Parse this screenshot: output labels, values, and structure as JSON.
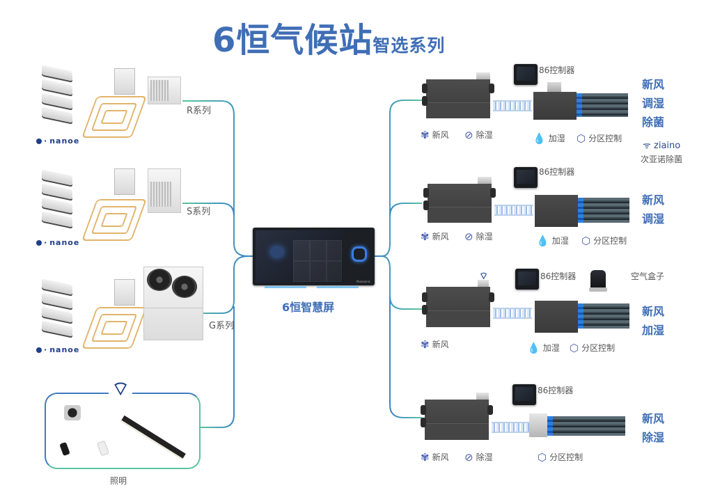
{
  "header": {
    "title": "6恒气候站",
    "subtitle": "智选系列"
  },
  "colors": {
    "title_blue": "#3f6eb5",
    "line_blue": "#3b86c4",
    "line_green": "#5cc3a0",
    "nanoe_blue": "#1e3f8a"
  },
  "left_systems": [
    {
      "series": "R系列",
      "badge": "nanoe"
    },
    {
      "series": "S系列",
      "badge": "nanoe"
    },
    {
      "series": "G系列",
      "badge": "nanoe"
    }
  ],
  "lighting": {
    "label": "照明"
  },
  "hub": {
    "label": "6恒智慧屏",
    "brand": "Panasonic"
  },
  "right_systems": [
    {
      "controller": "86控制器",
      "features_left": [
        {
          "icon": "fan-icon",
          "label": "新风"
        },
        {
          "icon": "dehumidify-icon",
          "label": "除湿"
        }
      ],
      "features_right": [
        {
          "icon": "humidify-icon",
          "label": "加湿"
        },
        {
          "icon": "zone-control-icon",
          "label": "分区控制"
        }
      ],
      "title_lines": [
        "新风",
        "调湿",
        "除菌"
      ],
      "extra": {
        "brand": "ziaino",
        "caption": "次亚诺除菌"
      }
    },
    {
      "controller": "86控制器",
      "features_left": [
        {
          "icon": "fan-icon",
          "label": "新风"
        },
        {
          "icon": "dehumidify-icon",
          "label": "除湿"
        }
      ],
      "features_right": [
        {
          "icon": "humidify-icon",
          "label": "加湿"
        },
        {
          "icon": "zone-control-icon",
          "label": "分区控制"
        }
      ],
      "title_lines": [
        "新风",
        "调湿"
      ]
    },
    {
      "controller": "86控制器",
      "airbox": "空气盒子",
      "features_left": [
        {
          "icon": "fan-icon",
          "label": "新风"
        }
      ],
      "features_right": [
        {
          "icon": "humidify-icon",
          "label": "加湿"
        },
        {
          "icon": "zone-control-icon",
          "label": "分区控制"
        }
      ],
      "title_lines": [
        "新风",
        "加湿"
      ]
    },
    {
      "controller": "86控制器",
      "features_left": [
        {
          "icon": "fan-icon",
          "label": "新风"
        },
        {
          "icon": "dehumidify-icon",
          "label": "除湿"
        }
      ],
      "features_right": [
        {
          "icon": "zone-control-icon",
          "label": "分区控制"
        }
      ],
      "title_lines": [
        "新风",
        "除湿"
      ]
    }
  ]
}
